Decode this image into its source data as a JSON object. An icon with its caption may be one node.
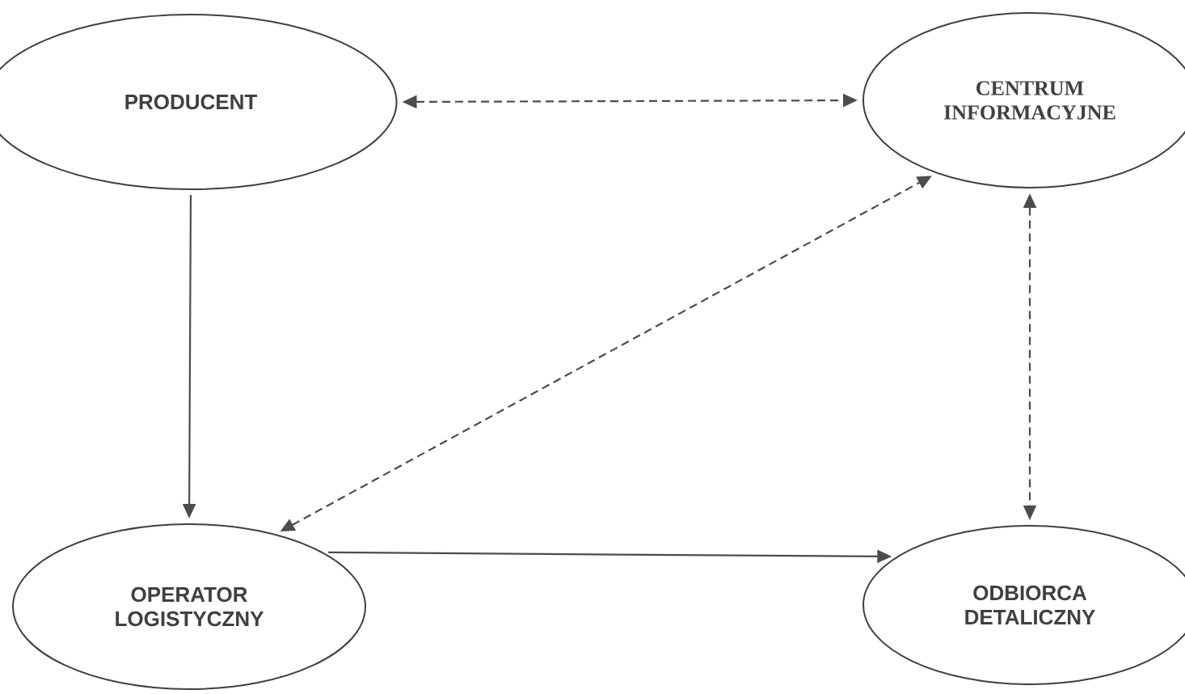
{
  "diagram": {
    "nodes": [
      {
        "text": [
          "PRODUCENT"
        ]
      },
      {
        "text": [
          "CENTRUM INFORMACYJNE"
        ]
      },
      {
        "text": [
          "OPERATOR LOGISTYCZNY"
        ]
      },
      {
        "text": [
          "ODBIORCA DETALICZNY"
        ]
      }
    ],
    "edges": [
      {
        "from": 0,
        "to": 1,
        "arrow": "both",
        "style": "dashed"
      },
      {
        "from": 0,
        "to": 2,
        "arrow": "to"
      },
      {
        "from": 2,
        "to": 1,
        "arrow": "both",
        "style": "dashed"
      },
      {
        "from": 2,
        "to": 3,
        "arrow": "to"
      },
      {
        "from": 1,
        "to": 3,
        "arrow": "both",
        "style": "dashed"
      }
    ]
  }
}
